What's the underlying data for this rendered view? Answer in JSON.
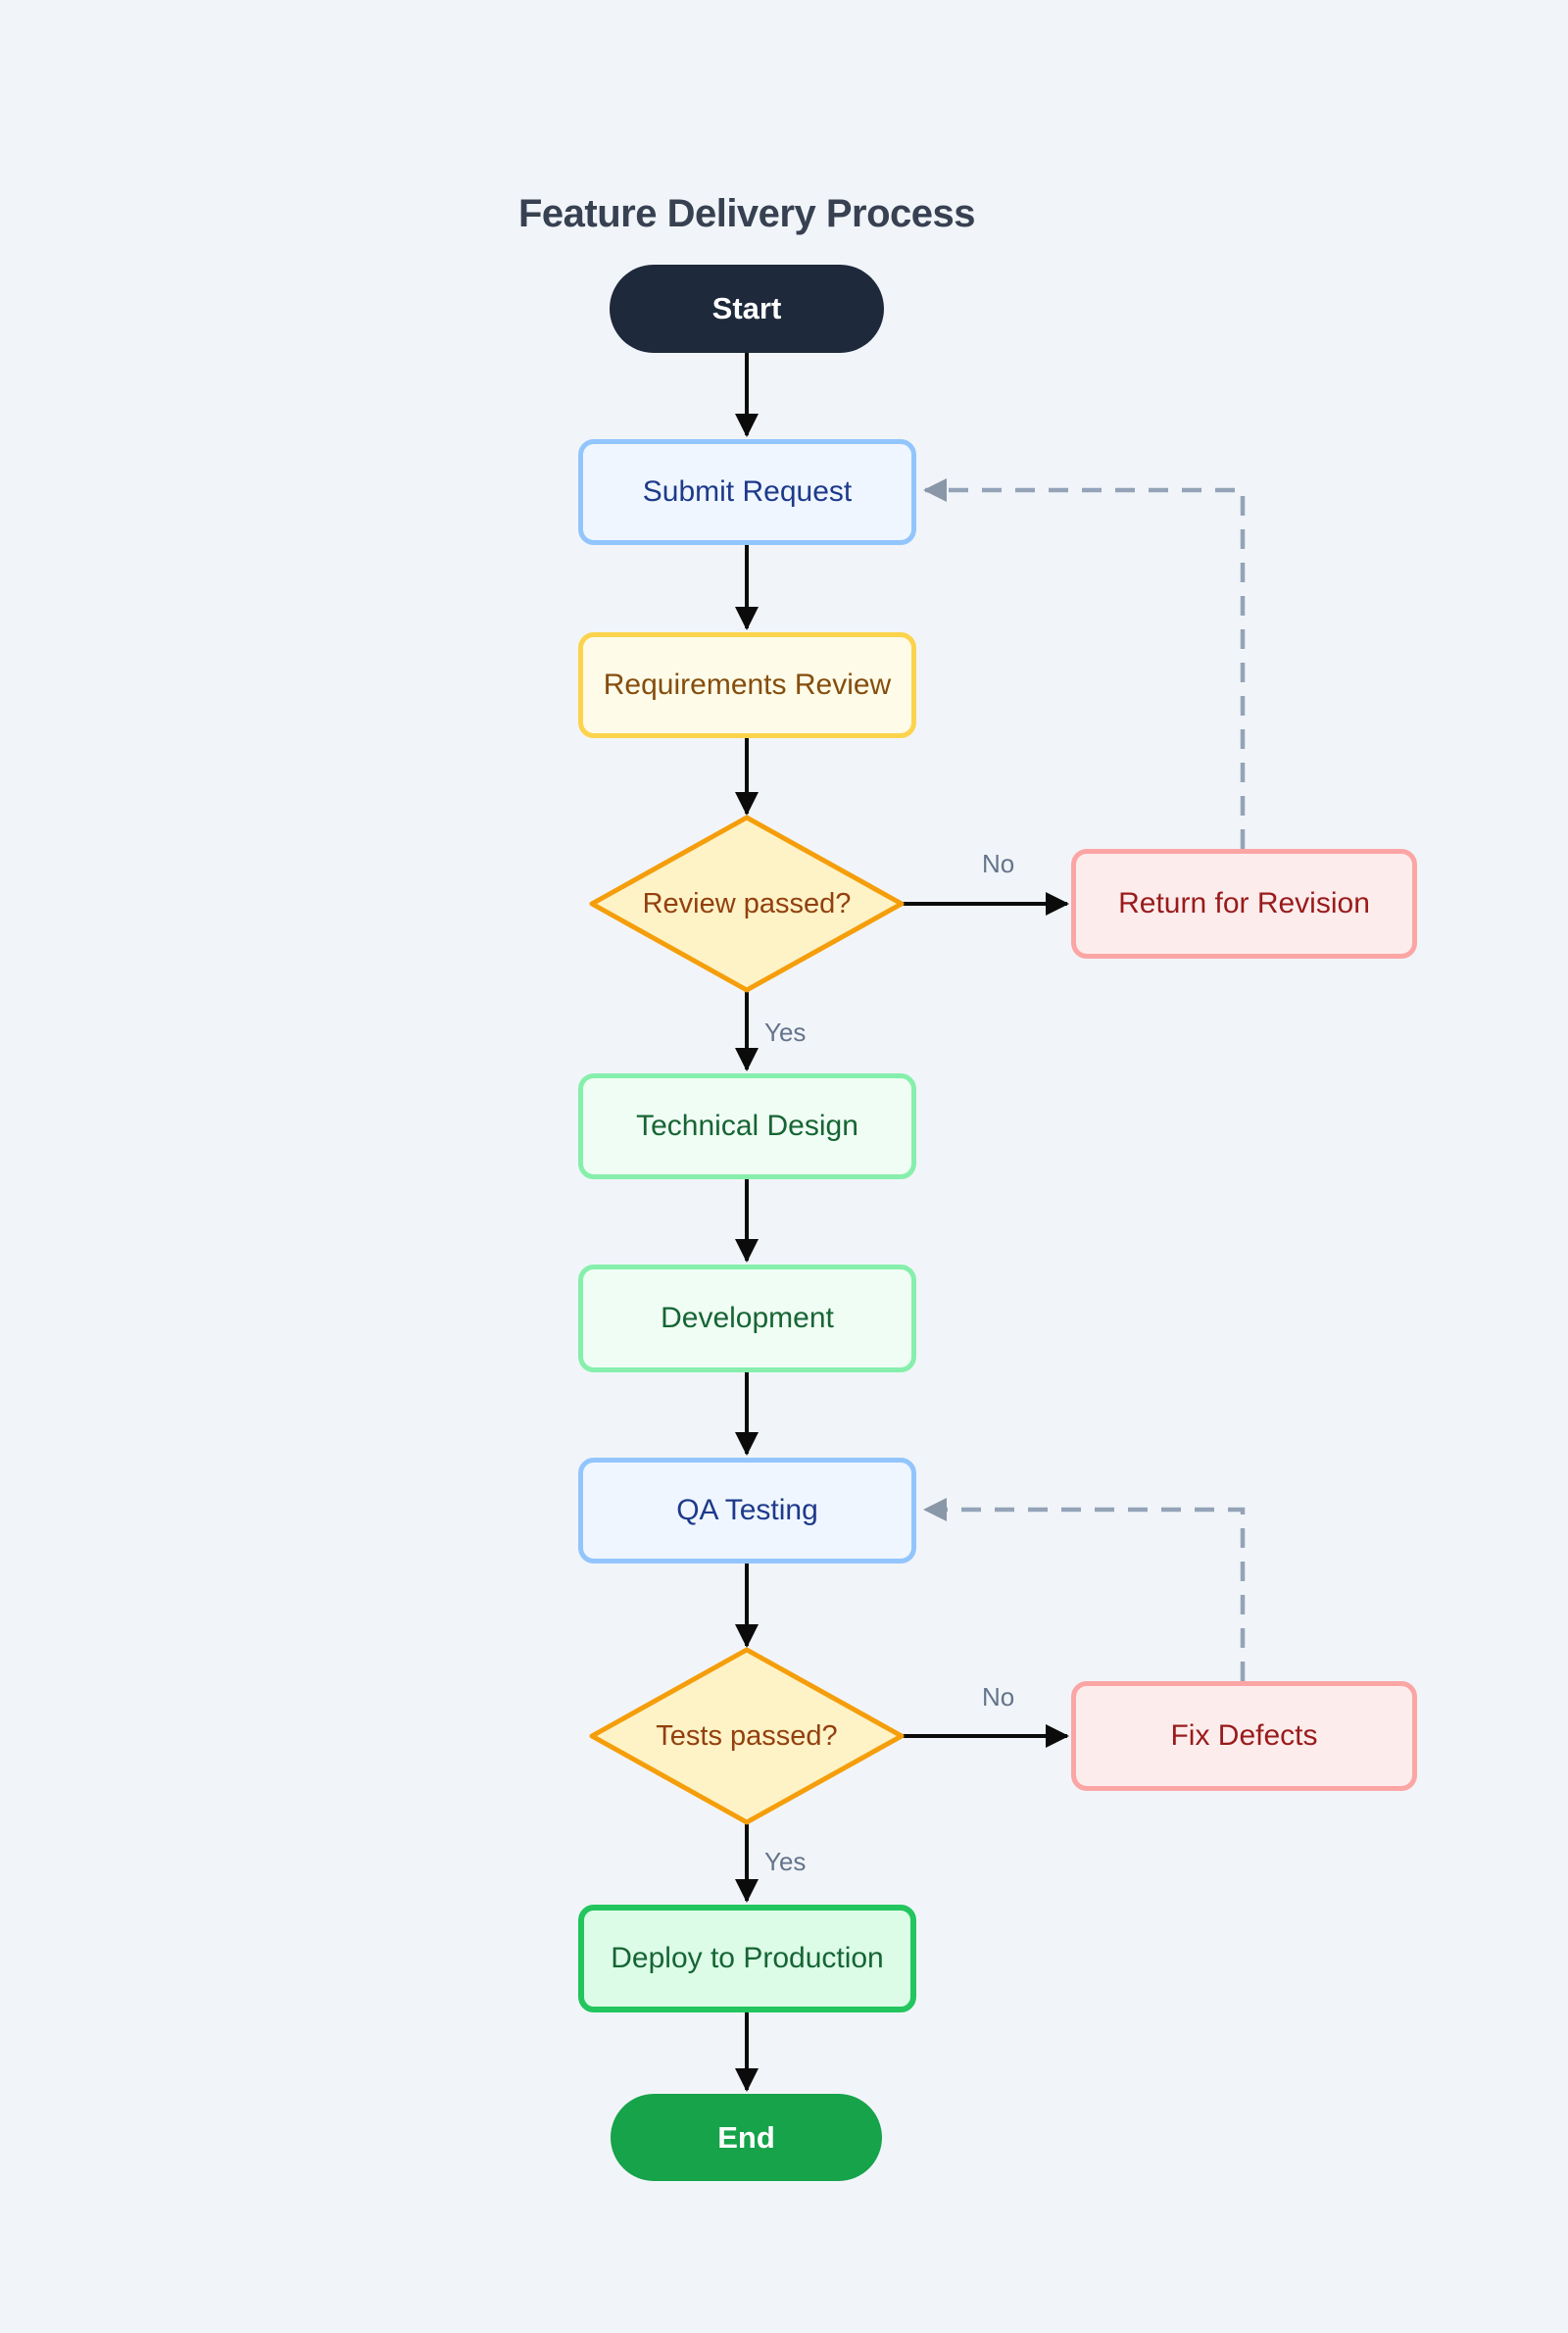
{
  "title": "Feature Delivery Process",
  "nodes": {
    "start": {
      "label": "Start",
      "type": "terminator"
    },
    "submit_request": {
      "label": "Submit Request",
      "type": "process"
    },
    "requirements_review": {
      "label": "Requirements Review",
      "type": "process"
    },
    "review_passed": {
      "label": "Review passed?",
      "type": "decision"
    },
    "return_for_revision": {
      "label": "Return for Revision",
      "type": "process"
    },
    "technical_design": {
      "label": "Technical Design",
      "type": "process"
    },
    "development": {
      "label": "Development",
      "type": "process"
    },
    "qa_testing": {
      "label": "QA Testing",
      "type": "process"
    },
    "tests_passed": {
      "label": "Tests passed?",
      "type": "decision"
    },
    "fix_defects": {
      "label": "Fix Defects",
      "type": "process"
    },
    "deploy_to_production": {
      "label": "Deploy to Production",
      "type": "process"
    },
    "end": {
      "label": "End",
      "type": "terminator"
    }
  },
  "edge_labels": {
    "review_no": "No",
    "review_yes": "Yes",
    "tests_no": "No",
    "tests_yes": "Yes"
  },
  "colors": {
    "background": "#f1f5f9",
    "title_text": "#374151",
    "terminator_start": "#1e293b",
    "terminator_end": "#16a34a",
    "blue_fill": "#eff6ff",
    "blue_border": "#93c5fd",
    "blue_text": "#1e3a8a",
    "yellow_fill": "#fefce8",
    "yellow_border": "#fcd34d",
    "yellow_text": "#854d0e",
    "diamond_fill": "#fef3c7",
    "diamond_border": "#f59e0b",
    "diamond_text": "#92400e",
    "red_fill": "#fdecec",
    "red_border": "#fca5a5",
    "red_text": "#991b1b",
    "green_fill": "#f0fdf4",
    "green_border": "#86efac",
    "green_strong_fill": "#dcfce7",
    "green_strong_border": "#22c55e",
    "green_text": "#166534",
    "solid_edge": "#0b0b0b",
    "dashed_edge": "#94a3b8",
    "edge_label_text": "#64748b"
  }
}
